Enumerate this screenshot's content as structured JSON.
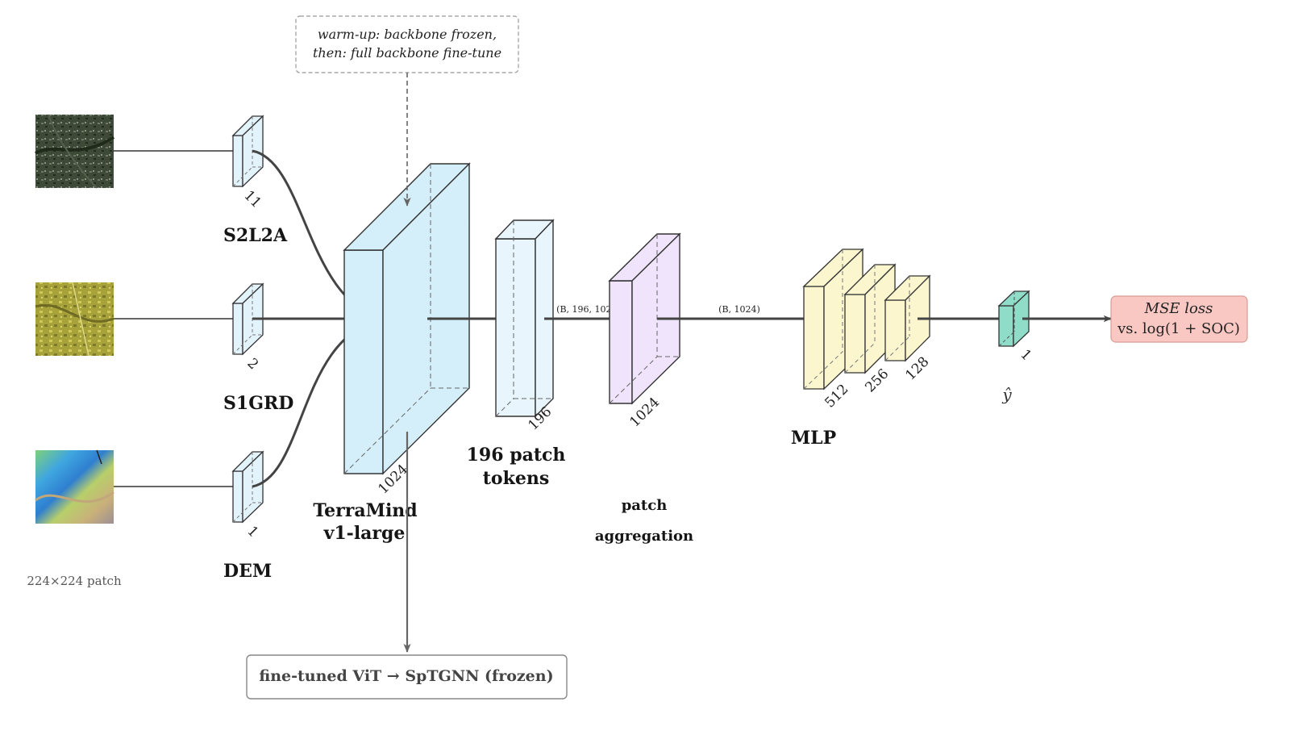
{
  "inputs": [
    {
      "name": "S2L2A",
      "channels": "11"
    },
    {
      "name": "S1GRD",
      "channels": "2"
    },
    {
      "name": "DEM",
      "channels": "1"
    }
  ],
  "input_caption": "224×224 patch",
  "note": {
    "line1": "warm-up: backbone frozen,",
    "line2": "then: full backbone fine-tune"
  },
  "backbone": {
    "line1": "TerraMind",
    "line2": "v1-large",
    "dim": "1024"
  },
  "tokens": {
    "line1": "196 patch",
    "line2": "tokens",
    "dim": "196",
    "shape": "(B, 196, 1024)"
  },
  "aggregation": {
    "line1": "patch",
    "line2": "aggregation",
    "dim": "1024",
    "shape": "(B, 1024)"
  },
  "mlp": {
    "label": "MLP",
    "dims": [
      "512",
      "256",
      "128"
    ]
  },
  "output": {
    "symbol": "ŷ",
    "dim": "1"
  },
  "loss": {
    "line1": "MSE loss",
    "line2": "vs. log(1 + SOC)"
  },
  "bottom_box": "fine-tuned ViT → SpTGNN (frozen)",
  "colors": {
    "input_block": "#e3f3fc",
    "backbone": "#d4eefa",
    "tokens": "#e8f5fd",
    "aggregation": "#efe4fb",
    "mlp": "#fcf6cf",
    "output": "#8fdcc8",
    "loss_fill": "#f9c8c3",
    "loss_stroke": "#d99b95"
  },
  "icons": [
    "satellite-image-icon",
    "sar-image-icon",
    "dem-image-icon"
  ]
}
